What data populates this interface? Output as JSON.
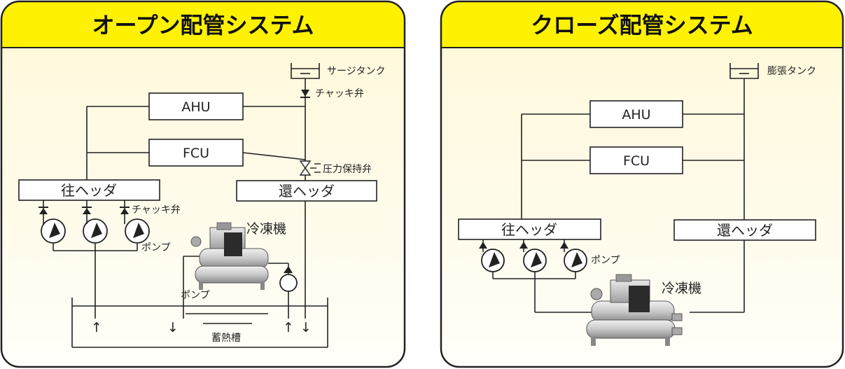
{
  "left_panel": {
    "title": "オープン配管システム",
    "ahu": "AHU",
    "fcu": "FCU",
    "supply_header": "往ヘッダ",
    "return_header": "還ヘッダ",
    "surge_tank": "サージタンク",
    "check_valve_top": "チャッキ弁",
    "pressure_valve": "圧力保持弁",
    "check_valve_pumps": "チャッキ弁",
    "pump_label": "ポンプ",
    "chiller": "冷凍機",
    "pump_label_tank": "ポンプ",
    "storage_tank": "蓄熱槽",
    "arrow_up": "↑",
    "arrow_down": "↓"
  },
  "right_panel": {
    "title": "クローズ配管システム",
    "ahu": "AHU",
    "fcu": "FCU",
    "supply_header": "往ヘッダ",
    "return_header": "還ヘッダ",
    "expansion_tank": "膨張タンク",
    "pump_label": "ポンプ",
    "chiller": "冷凍機"
  },
  "colors": {
    "title_band": "#fff200",
    "panel_bg_top": "#fffbe0",
    "panel_bg_bottom": "#fffdf4",
    "border": "#222222"
  }
}
